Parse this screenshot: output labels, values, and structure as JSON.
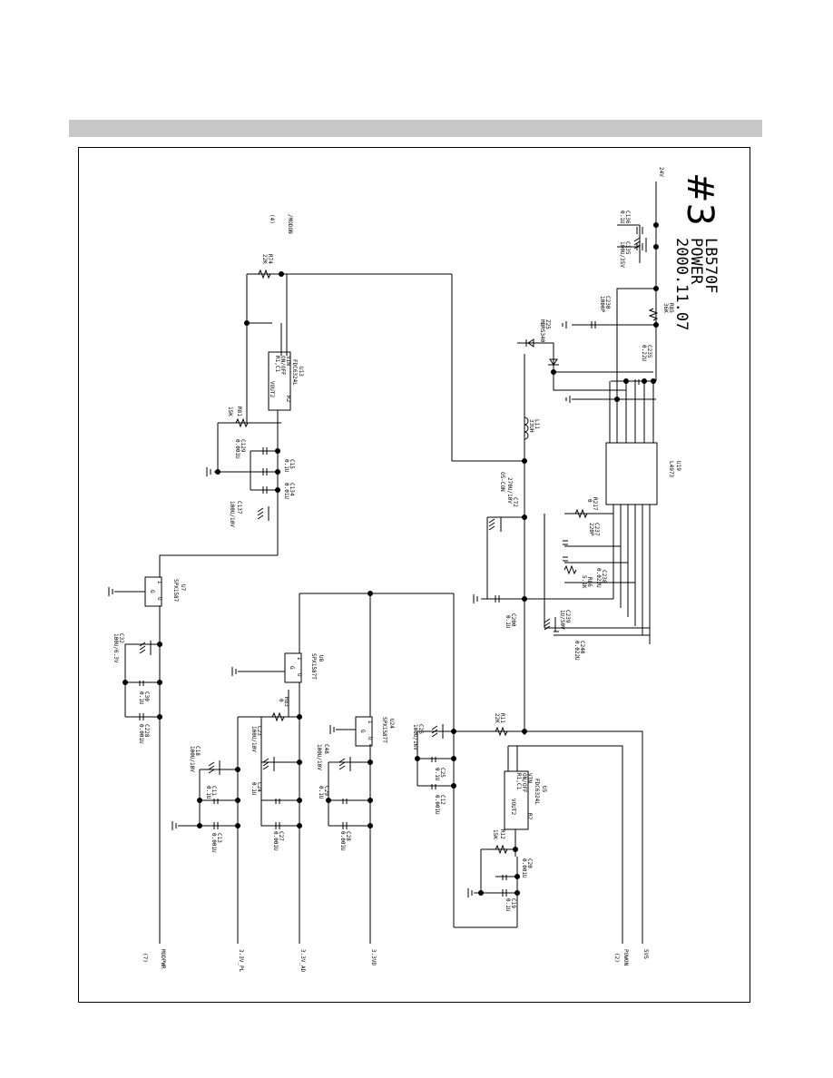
{
  "title": {
    "mark": "#3",
    "model": "LB570F",
    "section": "POWER",
    "date": "2000.11.07"
  },
  "nets": {
    "v24": "24V",
    "p5vs": "5VS",
    "powon": "POWON",
    "powon_ref": "(2)",
    "modpwr": "MODPWR",
    "modpwr_ref": "(7)",
    "v33pl": "3.3V_PL",
    "v33ad": "3.3V_AD",
    "v33d": "3.3VD",
    "vmodon": "/MODON",
    "vmodon_ref": "(4)"
  },
  "ics": {
    "u13": {
      "ref": "U13",
      "part": "FDC6324L",
      "pins": [
        "VIN",
        "ON/OFF",
        "R1,C1",
        "VOUT2",
        "R2"
      ]
    },
    "u5": {
      "ref": "U5",
      "part": "FDC6324L",
      "pins": [
        "VIN",
        "ON/OFF",
        "R1,C1",
        "VOUT2",
        "R2"
      ]
    },
    "u19": {
      "ref": "U19",
      "part": "L4973"
    },
    "u7": {
      "ref": "U7",
      "part": "SPX1587"
    },
    "u8": {
      "ref": "U8",
      "part": "SPX1587T"
    },
    "u24": {
      "ref": "U24",
      "part": "SPX1587T"
    },
    "reg_pins": [
      "I",
      "O",
      "G"
    ]
  },
  "parts": {
    "c136": {
      "ref": "C136",
      "val": "0.1U"
    },
    "c135": {
      "ref": "C135",
      "val": "100U/35V"
    },
    "r85": {
      "ref": "R85",
      "val": "36K"
    },
    "c230": {
      "ref": "C230",
      "val": "1000P"
    },
    "z25": {
      "ref": "Z25",
      "val": "MBRS340"
    },
    "c235": {
      "ref": "C235",
      "val": "0.22U"
    },
    "l11": {
      "ref": "L11",
      "val": "33UH"
    },
    "c72": {
      "ref": "C72",
      "val": "270U/10V"
    },
    "c72b": {
      "val": "OS-CON"
    },
    "c237": {
      "ref": "C237",
      "val": "220P"
    },
    "r86": {
      "ref": "R86",
      "val": "5.1K"
    },
    "c238": {
      "ref": "C238",
      "val": "0.022U"
    },
    "r217": {
      "ref": "R217",
      "val": "0"
    },
    "c200": {
      "ref": "C200",
      "val": "0.1U"
    },
    "c239": {
      "ref": "C239",
      "val": "1U/50V"
    },
    "c240": {
      "ref": "C240",
      "val": "0.022U"
    },
    "r74": {
      "ref": "R74",
      "val": "22K"
    },
    "r81": {
      "ref": "R81",
      "val": "15K"
    },
    "c129": {
      "ref": "C129",
      "val": "0.001U"
    },
    "c15": {
      "ref": "C15",
      "val": "0.1U"
    },
    "c134": {
      "ref": "C134",
      "val": "0.01U"
    },
    "c137": {
      "ref": "C137",
      "val": "100U/10V"
    },
    "c32": {
      "ref": "C32",
      "val": "100U/6.3V"
    },
    "c30": {
      "ref": "C30",
      "val": "0.1U"
    },
    "c228": {
      "ref": "C228",
      "val": "0.001U"
    },
    "c18": {
      "ref": "C18",
      "val": "100U/10V"
    },
    "c11": {
      "ref": "C11",
      "val": "0.1U"
    },
    "c13": {
      "ref": "C13",
      "val": "0.001U"
    },
    "c23": {
      "ref": "C23",
      "val": "100U/10V"
    },
    "c24": {
      "ref": "C24",
      "val": "0.1U"
    },
    "c27": {
      "ref": "C27",
      "val": "0.001U"
    },
    "r83": {
      "ref": "R83",
      "val": "0"
    },
    "c48": {
      "ref": "C48",
      "val": "100U/10V"
    },
    "c29": {
      "ref": "C29",
      "val": "0.1U"
    },
    "c28": {
      "ref": "C28",
      "val": "0.001U"
    },
    "c26": {
      "ref": "C26",
      "val": "100U/16V"
    },
    "c25": {
      "ref": "C25",
      "val": "0.1U"
    },
    "c12": {
      "ref": "C12",
      "val": "0.001U"
    },
    "r11": {
      "ref": "R11",
      "val": "22K"
    },
    "r12": {
      "ref": "R12",
      "val": "15K"
    },
    "c20": {
      "ref": "C20",
      "val": "0.001U"
    },
    "c19": {
      "ref": "C19",
      "val": "0.1U"
    }
  }
}
